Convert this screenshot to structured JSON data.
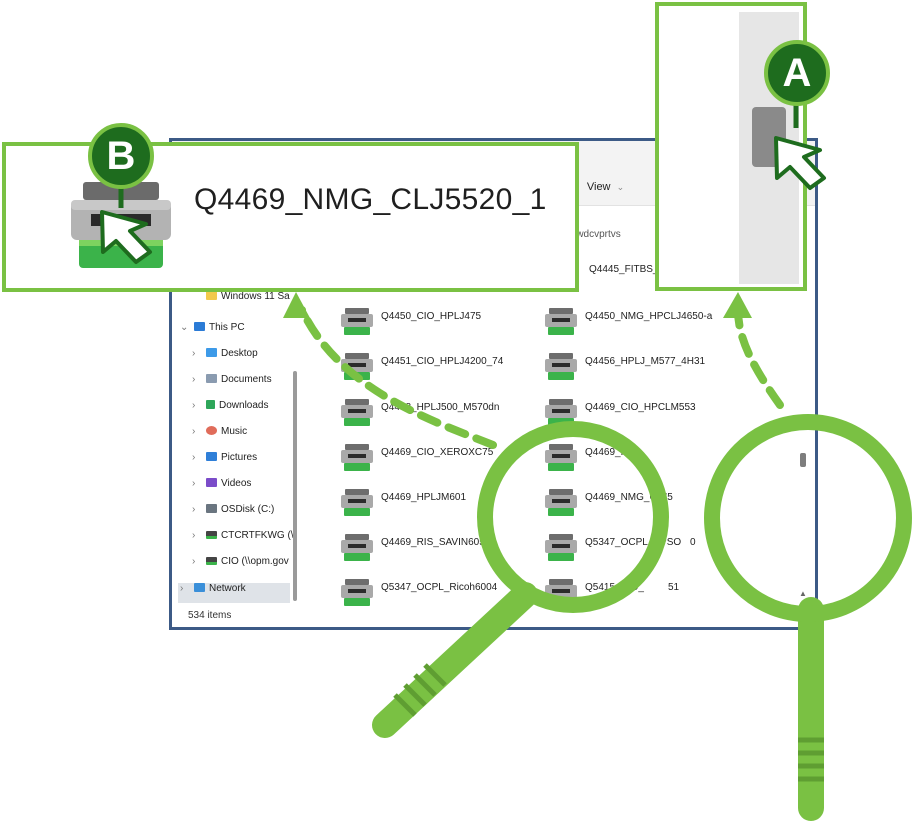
{
  "window": {
    "toolbar": {
      "view_label": "View",
      "view_chevron": "⌄",
      "separator": "|"
    },
    "address": {
      "search_text": "n wdcvprtvs"
    },
    "nav": {
      "partial_label": "Windows 11 Sa",
      "items": [
        {
          "label": "This PC",
          "icon": "monitor-icon"
        },
        {
          "label": "Desktop",
          "icon": "desktop-folder-icon"
        },
        {
          "label": "Documents",
          "icon": "documents-icon"
        },
        {
          "label": "Downloads",
          "icon": "downloads-icon"
        },
        {
          "label": "Music",
          "icon": "music-icon"
        },
        {
          "label": "Pictures",
          "icon": "pictures-icon"
        },
        {
          "label": "Videos",
          "icon": "videos-icon"
        },
        {
          "label": "OSDisk (C:)",
          "icon": "drive-icon"
        },
        {
          "label": "CTCRTFKWG (\\\\",
          "icon": "network-drive-icon"
        },
        {
          "label": "CIO (\\\\opm.gov",
          "icon": "network-drive-icon"
        },
        {
          "label": "Network",
          "icon": "network-icon"
        }
      ],
      "chevron_right": "›",
      "chevron_down": "⌄"
    },
    "files": [
      {
        "name": "Q4445_FITBS_HP"
      },
      {
        "name": "Q4450_CIO_HPLJ475"
      },
      {
        "name": "Q4450_NMG_HPCLJ4650-a"
      },
      {
        "name": "Q4451_CIO_HPLJ4200_74"
      },
      {
        "name": "Q4456_HPLJ_M577_4H31"
      },
      {
        "name": "Q4458_HPLJ500_M570dn"
      },
      {
        "name": "Q4469_CIO_HPCLM553"
      },
      {
        "name": "Q4469_CIO_XEROXC75"
      },
      {
        "name": "Q4469_H"
      },
      {
        "name": "Q4469_HPLJM601"
      },
      {
        "name": "Q4469_NMG_CLJ5"
      },
      {
        "name": "Q4469_RIS_SAVIN6055"
      },
      {
        "name": "Q5347_OCPL_EPSO"
      },
      {
        "name": "Q5347_OCPL_Ricoh6004"
      },
      {
        "name": "Q5415_CIO_"
      }
    ],
    "file_suffixes": {
      "epson": "0",
      "q5415": "51"
    },
    "status": {
      "count": "534 items"
    }
  },
  "callout_b": {
    "badge": "B",
    "label": "Q4469_NMG_CLJ5520_1"
  },
  "callout_a": {
    "badge": "A"
  },
  "colors": {
    "callout_green": "#7ac143",
    "badge_dark_green": "#1e6c1e",
    "window_border": "#3c5a86",
    "printer_tray_green": "#3bb34a"
  }
}
